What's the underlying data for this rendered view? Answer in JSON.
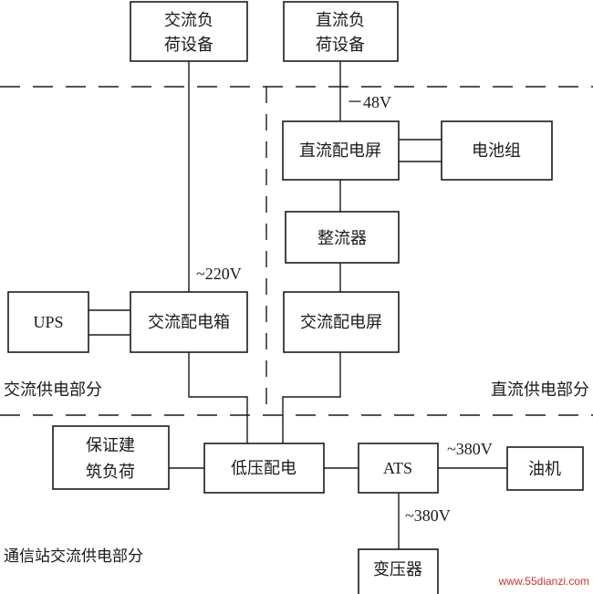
{
  "nodes": {
    "ac_load_1": "交流负",
    "ac_load_2": "荷设备",
    "dc_load_1": "直流负",
    "dc_load_2": "荷设备",
    "dc_panel": "直流配电屏",
    "battery": "电池组",
    "rectifier": "整流器",
    "ac_box": "交流配电箱",
    "ac_panel": "交流配电屏",
    "ups": "UPS",
    "guaranteed_1": "保证建",
    "guaranteed_2": "筑负荷",
    "lv_dist": "低压配电",
    "ats": "ATS",
    "generator": "油机",
    "transformer": "变压器"
  },
  "labels": {
    "v_dc": "－48V",
    "v_ac220": "~220V",
    "v_ats_gen": "~380V",
    "v_trans": "~380V"
  },
  "regions": {
    "ac_supply": "交流供电部分",
    "dc_supply": "直流供电部分",
    "station_ac": "通信站交流供电部分"
  },
  "watermark": "www.55dianzi.com"
}
